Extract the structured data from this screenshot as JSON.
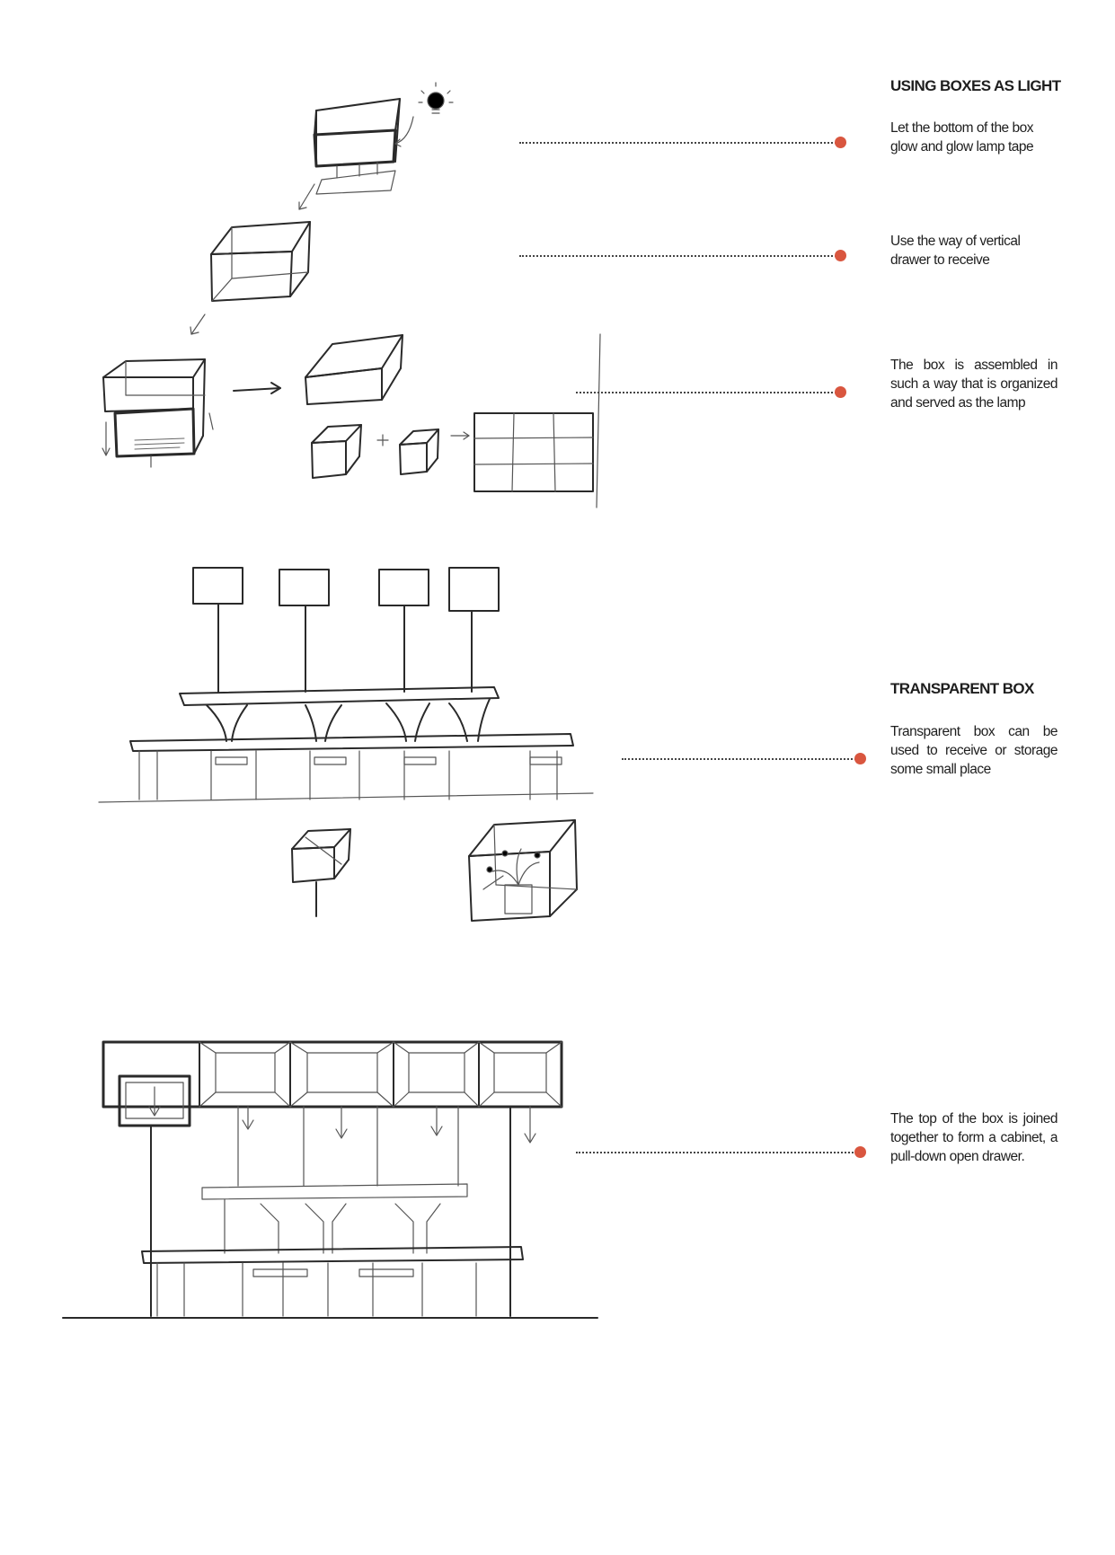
{
  "accent_color": "#d9563f",
  "sections": [
    {
      "heading": "USING BOXES AS LIGHT",
      "notes": [
        "Let the bottom of the box glow and glow lamp tape",
        "Use the way of vertical drawer to receive",
        "The box is assembled in such a way that is organized and served as the lamp"
      ]
    },
    {
      "heading": "TRANSPARENT BOX",
      "notes": [
        "Transparent box can be used to receive or storage some small place"
      ]
    },
    {
      "heading": "",
      "notes": [
        "The top of the box is joined together to form a cabinet, a pull-down open drawer."
      ]
    }
  ],
  "sketches": [
    {
      "name": "light-box-sequence-sketch",
      "icon": "lightbulb-icon"
    },
    {
      "name": "transparent-box-table-sketch"
    },
    {
      "name": "cabinet-drawer-sketch"
    }
  ]
}
